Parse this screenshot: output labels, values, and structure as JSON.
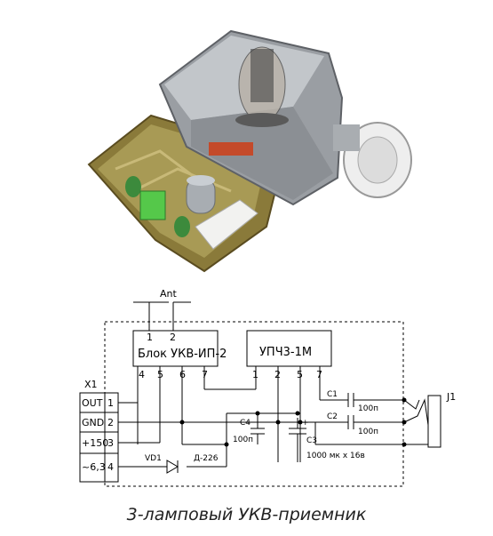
{
  "photo": {
    "description_icon": "radio-module-photo"
  },
  "schematic": {
    "antenna_label": "Ant",
    "block1": {
      "title": "Блок УКВ-ИП-2",
      "pins_top": [
        "1",
        "2"
      ],
      "pins_bottom": [
        "4",
        "5",
        "6",
        "7"
      ]
    },
    "block2": {
      "title": "УПЧ3-1М",
      "pins_bottom": [
        "1",
        "2",
        "5",
        "7"
      ]
    },
    "connector_x1": {
      "ref": "X1",
      "pins": [
        {
          "name": "OUT",
          "num": "1"
        },
        {
          "name": "GND",
          "num": "2"
        },
        {
          "name": "+150",
          "num": "3"
        },
        {
          "name": "~6,3",
          "num": "4"
        }
      ]
    },
    "diode": {
      "ref": "VD1",
      "type": "Д-226"
    },
    "c1": {
      "ref": "C1",
      "value": "100п"
    },
    "c2": {
      "ref": "C2",
      "value": "100п"
    },
    "c3": {
      "ref": "C3",
      "value": "1000 мк х 16в",
      "polarity": "+"
    },
    "c4": {
      "ref": "C4",
      "value": "100п"
    },
    "jack": {
      "ref": "J1"
    }
  },
  "caption": "3-ламповый УКВ-приемник"
}
